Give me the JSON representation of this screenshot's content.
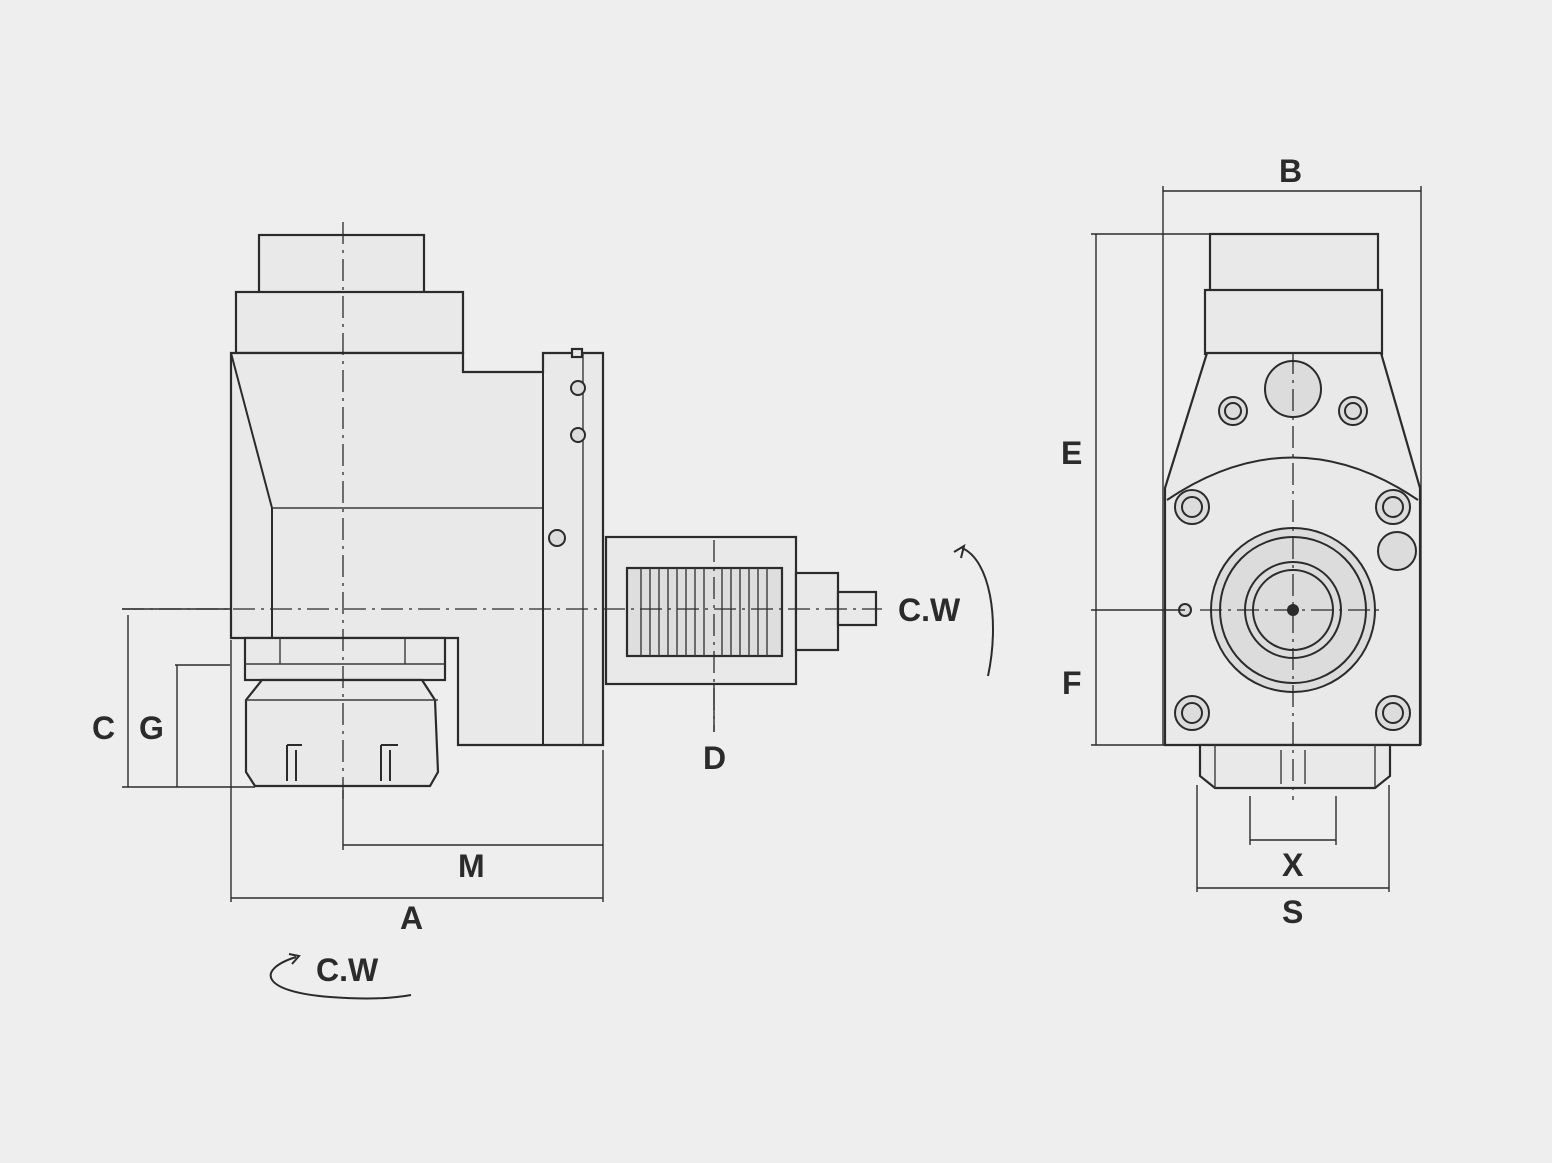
{
  "labels": {
    "A": "A",
    "B": "B",
    "C": "C",
    "D": "D",
    "E": "E",
    "F": "F",
    "G": "G",
    "M": "M",
    "S": "S",
    "X": "X",
    "rotation_side": "C.W",
    "rotation_bottom": "C.W"
  },
  "colors": {
    "background": "#eeeeee",
    "line": "#2b2b2b",
    "fill": "#e9e9e9"
  }
}
